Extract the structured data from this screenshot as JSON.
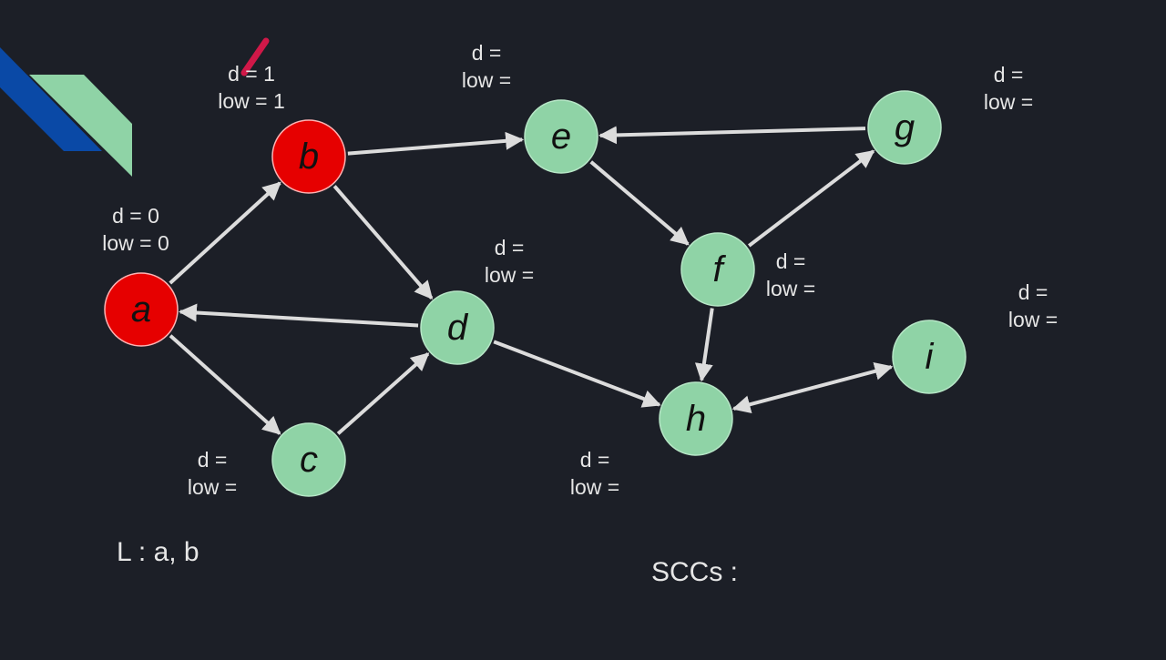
{
  "colors": {
    "background": "#1c1f27",
    "visited": "#e60000",
    "unvisited": "#8fd3a6",
    "edge": "#dcdcdc",
    "deco_blue": "#0a49a6",
    "deco_green": "#8fd3a6",
    "annotation": "#d01848"
  },
  "nodes": [
    {
      "id": "a",
      "label": "a",
      "state": "visited"
    },
    {
      "id": "b",
      "label": "b",
      "state": "visited"
    },
    {
      "id": "c",
      "label": "c",
      "state": "unvisited"
    },
    {
      "id": "d",
      "label": "d",
      "state": "unvisited"
    },
    {
      "id": "e",
      "label": "e",
      "state": "unvisited"
    },
    {
      "id": "f",
      "label": "f",
      "state": "unvisited"
    },
    {
      "id": "g",
      "label": "g",
      "state": "unvisited"
    },
    {
      "id": "h",
      "label": "h",
      "state": "unvisited"
    },
    {
      "id": "i",
      "label": "i",
      "state": "unvisited"
    }
  ],
  "edges": [
    {
      "from": "a",
      "to": "b"
    },
    {
      "from": "a",
      "to": "c"
    },
    {
      "from": "b",
      "to": "d"
    },
    {
      "from": "b",
      "to": "e"
    },
    {
      "from": "c",
      "to": "d"
    },
    {
      "from": "d",
      "to": "a"
    },
    {
      "from": "d",
      "to": "h"
    },
    {
      "from": "e",
      "to": "f"
    },
    {
      "from": "f",
      "to": "g"
    },
    {
      "from": "f",
      "to": "h"
    },
    {
      "from": "g",
      "to": "e"
    },
    {
      "from": "h",
      "to": "i",
      "bidirectional": true
    }
  ],
  "labels": {
    "a": {
      "d": "d = 0",
      "low": "low = 0"
    },
    "b": {
      "d": "d = 1",
      "low": "low = 1"
    },
    "c": {
      "d": "d =",
      "low": "low ="
    },
    "d": {
      "d": "d =",
      "low": "low ="
    },
    "e": {
      "d": "d =",
      "low": "low ="
    },
    "f": {
      "d": "d =",
      "low": "low ="
    },
    "g": {
      "d": "d =",
      "low": "low ="
    },
    "h": {
      "d": "d =",
      "low": "low ="
    },
    "i": {
      "d": "d =",
      "low": "low ="
    }
  },
  "list_text": "L : a, b",
  "sccs_text": "SCCs :"
}
